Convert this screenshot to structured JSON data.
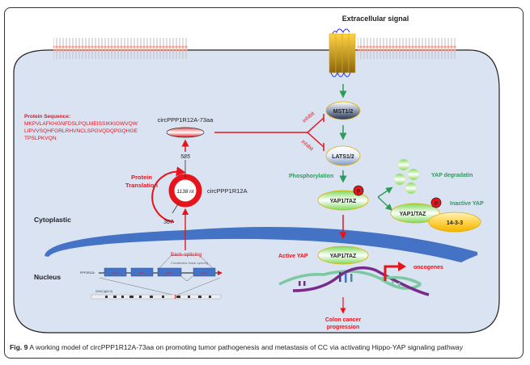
{
  "title": "Extracellular signal",
  "labels": {
    "protein_sequence_heading": "Protein Sequence:",
    "protein_sequence_lines": [
      "MKPVLAFKHGNFDSLPQLMEISSIKKIGWVQW",
      "LIPVVSQHFGRLRHVNCLSPGVQDQPGQHGE",
      "TPSLPKVQN"
    ],
    "peptide": "circPPP1R12A-73aa",
    "circrna": "circPPP1R12A",
    "circ_length": "1138 nt",
    "pos_start": "367",
    "pos_end": "585",
    "protein_translation": [
      "Protein",
      "Translation"
    ],
    "cytoplastic": "Cytoplastic",
    "nucleus": "Nucleus",
    "back_splicing": "Back-splicing",
    "linear_splicing": "Constitutive linear splicing",
    "gene": "PPP1R12A",
    "exon": "Exon",
    "chromosome": "CH12 (q21.2)",
    "inhibit": "inhibit",
    "mst": "MST1/2",
    "lats": "LATS1/2",
    "phosphorylation": "Phosphorylation",
    "yap": "YAP1/TAZ",
    "p": "P",
    "yap_degradation": "YAP degradatin",
    "inactive_yap": "Inactive YAP",
    "protein_1433": "14-3-3",
    "active_yap": "Active YAP",
    "oncogenes": "oncogenes",
    "outcome": [
      "Colon cancer",
      "progression"
    ]
  },
  "caption": {
    "fig": "Fig. 9",
    "text": " A working model of circPPP1R12A-73aa on promoting tumor pathogenesis and metastasis of CC via activating Hippo-YAP signaling pathway"
  },
  "colors": {
    "red": "#e8141b",
    "green": "#2e9a5a",
    "cell": "#d9e3f2",
    "nuclear_membrane": "#4472c4"
  }
}
